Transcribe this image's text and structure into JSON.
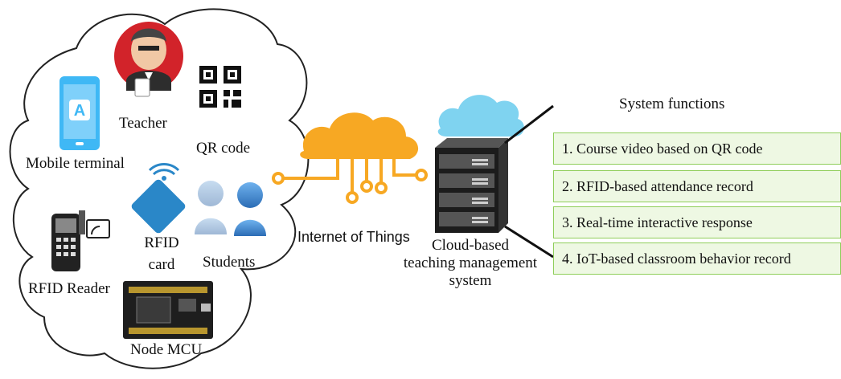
{
  "devices": {
    "mobile_terminal": "Mobile terminal",
    "teacher": "Teacher",
    "qr_code": "QR code",
    "rfid_card_line1": "RFID",
    "rfid_card_line2": "card",
    "students": "Students",
    "rfid_reader": "RFID Reader",
    "node_mcu": "Node MCU"
  },
  "network": {
    "label": "Internet of Things"
  },
  "server": {
    "line1": "Cloud-based",
    "line2": "teaching management",
    "line3": "system"
  },
  "system_functions": {
    "title": "System functions",
    "items": [
      "1. Course video based on QR code",
      "2. RFID-based attendance record",
      "3. Real-time interactive response",
      "4. IoT-based classroom behavior record"
    ]
  },
  "colors": {
    "cloud_orange": "#f7a823",
    "cloud_blue": "#7fd3f0",
    "phone_blue": "#3fb8f5",
    "card_blue": "#2a87c8",
    "student_blue": "#4a8fd4",
    "box_fill": "#eef8e3",
    "box_border": "#8fce5a"
  }
}
